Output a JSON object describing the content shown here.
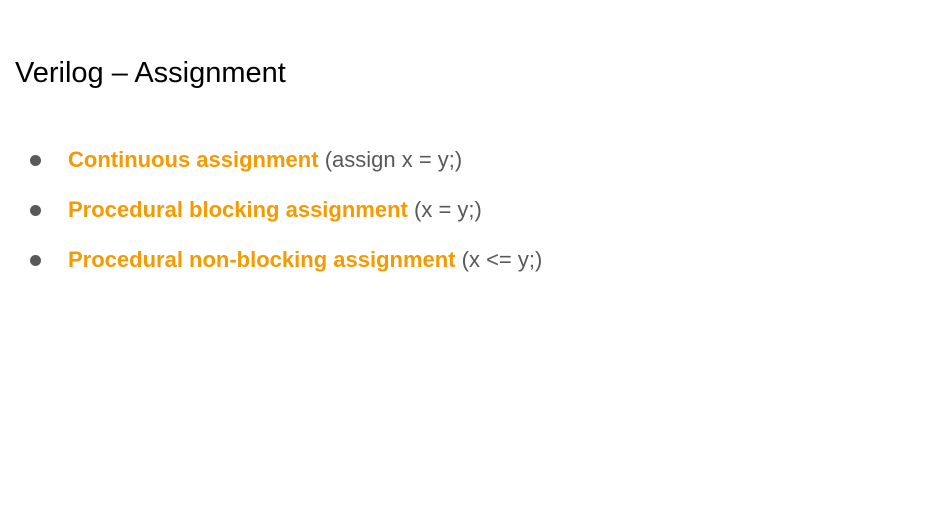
{
  "title": "Verilog – Assignment",
  "colors": {
    "title": "#000000",
    "term": "#f59a00",
    "code": "#595959",
    "bullet": "#595959"
  },
  "bullets": [
    {
      "term": "Continuous assignment",
      "code": "(assign x = y;)"
    },
    {
      "term": "Procedural blocking assignment",
      "code": "(x = y;)"
    },
    {
      "term": "Procedural non-blocking assignment",
      "code": "(x <= y;)"
    }
  ]
}
